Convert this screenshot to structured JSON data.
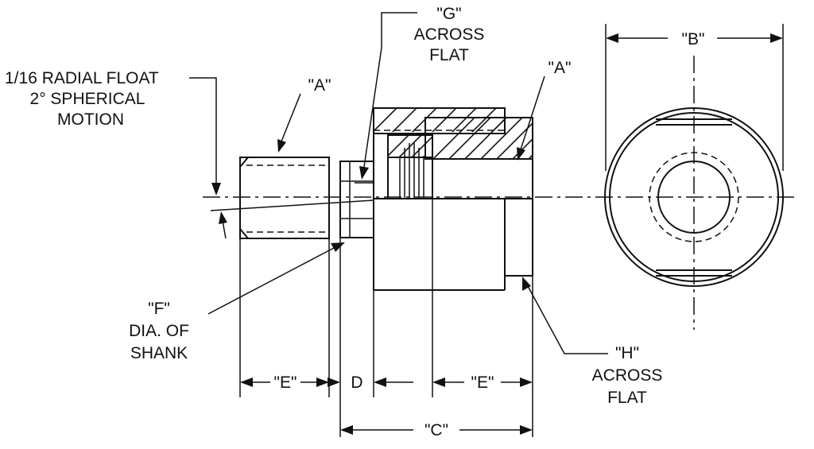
{
  "labels": {
    "g_line1": "\"G\"",
    "g_line2": "ACROSS",
    "g_line3": "FLAT",
    "a_left": "\"A\"",
    "a_right": "\"A\"",
    "b": "\"B\"",
    "float_line1": "1/16 RADIAL FLOAT",
    "float_line2": "2° SPHERICAL",
    "float_line3": "MOTION",
    "f_line1": "\"F\"",
    "f_line2": "DIA. OF",
    "f_line3": "SHANK",
    "h_line1": "\"H\"",
    "h_line2": "ACROSS",
    "h_line3": "FLAT",
    "e_left": "\"E\"",
    "d": "D",
    "e_right": "\"E\"",
    "c": "\"C\""
  }
}
